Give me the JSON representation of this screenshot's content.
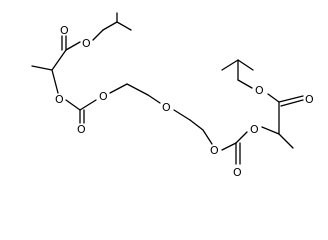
{
  "colors": {
    "bond": "#000000",
    "background": "#ffffff"
  },
  "atoms": {
    "o_ester_top": "O",
    "o_carbonyl_top": "O",
    "o_lactate_left": "O",
    "o_carbonate_left_carbonyl": "O",
    "o_carbonate_left_link": "O",
    "o_ether": "O",
    "o_carbonate_right_link": "O",
    "o_lactate_right": "O",
    "o_carbonate_right_carbonyl": "O",
    "o_ester_bottom": "O",
    "o_carbonyl_bottom": "O"
  }
}
